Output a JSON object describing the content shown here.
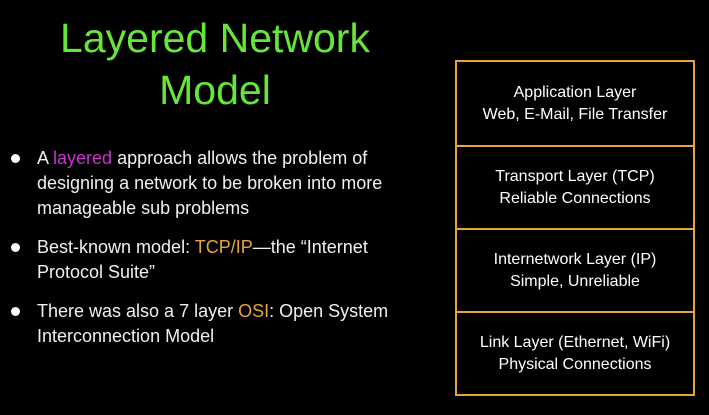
{
  "title": {
    "line1": "Layered Network",
    "line2": "Model"
  },
  "bullets": [
    {
      "before": "A ",
      "highlight": "layered",
      "after": " approach allows the problem of designing a network to be broken into more manageable sub problems"
    },
    {
      "before": "Best-known model: ",
      "highlight": "TCP/IP",
      "after": "—the “Internet Protocol Suite”"
    },
    {
      "before": "There was also a 7 layer ",
      "highlight": "OSI",
      "after": ":  Open System Interconnection Model"
    }
  ],
  "layers": [
    {
      "name": "Application Layer",
      "desc": "Web, E-Mail, File Transfer"
    },
    {
      "name": "Transport Layer (TCP)",
      "desc": "Reliable Connections"
    },
    {
      "name": "Internetwork Layer (IP)",
      "desc": "Simple, Unreliable"
    },
    {
      "name": "Link Layer (Ethernet, WiFi)",
      "desc": "Physical Connections"
    }
  ],
  "colors": {
    "title": "#66e53a",
    "layered_highlight": "#cc33cc",
    "accent_orange": "#e8a43c",
    "background": "#000000"
  }
}
